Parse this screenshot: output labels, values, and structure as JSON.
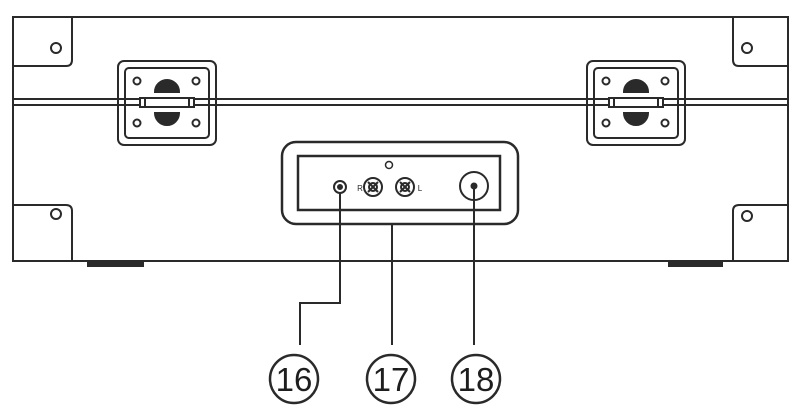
{
  "callouts": [
    {
      "id": "16",
      "label": "16"
    },
    {
      "id": "17",
      "label": "17"
    },
    {
      "id": "18",
      "label": "18"
    }
  ],
  "jack_labels": {
    "left": "R",
    "right": "L"
  },
  "colors": {
    "line": "#2a2a2a",
    "background": "#ffffff"
  }
}
